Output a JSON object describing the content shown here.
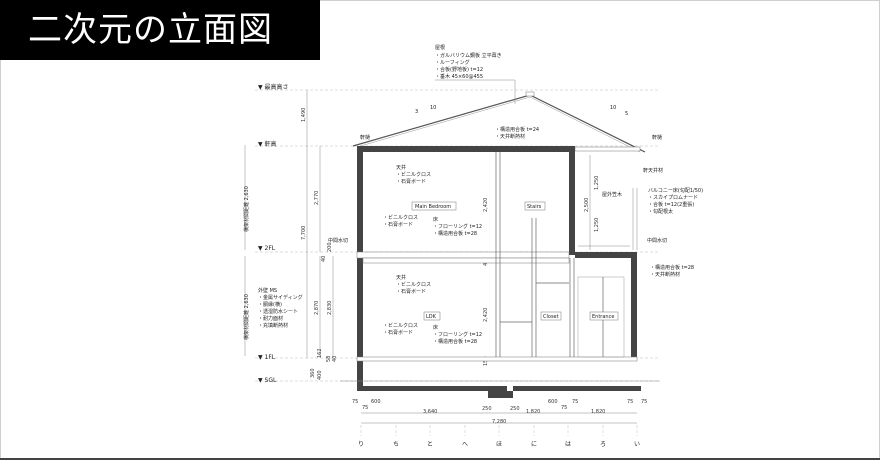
{
  "title": "二次元の立面図",
  "levels": {
    "max_height": "▼ 最高高さ",
    "eave_height": "▼ 軒高",
    "fl2": "▼ 2FL",
    "fl1": "▼ 1FL",
    "sgl": "▼ SGL"
  },
  "vertical_labels": {
    "upper": "横架材間距離 2,630",
    "lower": "横架材間距離 2,630"
  },
  "roof_note": [
    "屋根",
    "・ガルバリウム鋼板 立平葺き",
    "・ルーフィング",
    "・合板(野地板) t=12",
    "・垂木 45×60@455"
  ],
  "slope_left": {
    "rise": "3",
    "run": "10"
  },
  "slope_right": {
    "rise": "5",
    "run": "10"
  },
  "eave_left": "軒樋",
  "eave_right": "軒樋",
  "soffit": "軒天井材",
  "ceiling_beam_note": [
    "・構造用合板 t=24",
    "・天井断熱材"
  ],
  "ceiling_2f": [
    "天井",
    "・ビニルクロス",
    "・石膏ボード"
  ],
  "wall_2f": [
    "・ビニルクロス",
    "・石膏ボード"
  ],
  "floor_2f": [
    "床",
    "・フローリング t=12",
    "・構造用合板 t=28"
  ],
  "ceiling_1f": [
    "天井",
    "・ビニルクロス",
    "・石膏ボード"
  ],
  "wall_1f": [
    "・ビニルクロス",
    "・石膏ボード"
  ],
  "floor_1f": [
    "床",
    "・フローリング t=12",
    "・構造用合板 t=28"
  ],
  "exterior_wall": [
    "外壁 MS",
    "・金属サイディング",
    "・胴縁(横)",
    "・透湿防水シート",
    "・耐力面材",
    "・充填断熱材"
  ],
  "mid_flashing_left": "中間水切",
  "mid_flashing_right": "中間水切",
  "balcony_rail": "屋外笠木",
  "balcony_note": [
    "バルコニー床(勾配1/50)",
    "・スカイプロムナード",
    "・合板 t=12(2重張)",
    "・勾配根太"
  ],
  "entrance_ceiling_note": [
    "・構造用合板 t=28",
    "・天井断熱材"
  ],
  "rooms": {
    "main_bedroom": "Main Bedroom",
    "stairs": "Stairs",
    "ldk": "LDK",
    "closet": "Closet",
    "entrance": "Entrance"
  },
  "dims_vertical": {
    "roof": "1,490",
    "upper": "2,770",
    "total": "7,700",
    "d200": "200",
    "d40": "40",
    "d2420a": "2,420",
    "d450": "450",
    "d2420b": "2,420",
    "d150": "150",
    "lower1": "2,870",
    "lower2": "2,830",
    "d162": "162",
    "d58": "58",
    "d40b": "40",
    "d360": "360",
    "d400": "400",
    "bal1": "1,250",
    "bal_total": "2,500",
    "bal2": "1,250"
  },
  "dims_bottom": {
    "a75": "75",
    "b75": "75",
    "c600": "600",
    "d250": "250",
    "e250": "250",
    "f600": "600",
    "g75": "75",
    "h75": "75",
    "i75": "75",
    "j75": "75",
    "span1": "3,640",
    "span2": "1,820",
    "span3": "1,820",
    "total": "7,280"
  },
  "grid_labels": [
    "り",
    "ち",
    "と",
    "へ",
    "ほ",
    "に",
    "は",
    "ろ",
    "い"
  ]
}
